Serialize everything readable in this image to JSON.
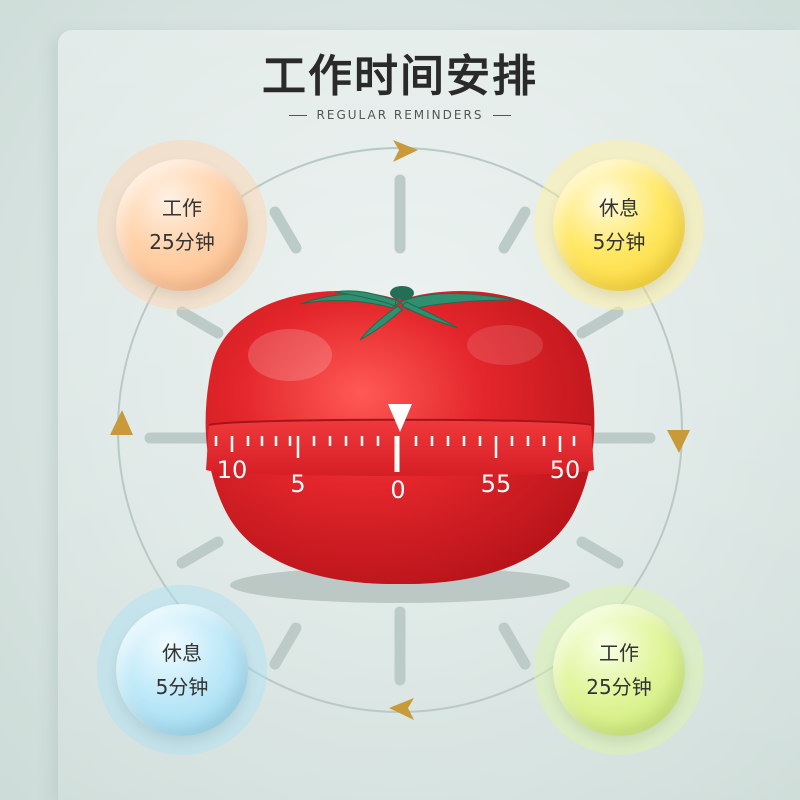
{
  "header": {
    "title": "工作时间安排",
    "subtitle": "REGULAR REMINDERS"
  },
  "schedule": [
    {
      "label": "工作",
      "duration": "25分钟"
    },
    {
      "label": "休息",
      "duration": "5分钟"
    },
    {
      "label": "休息",
      "duration": "5分钟"
    },
    {
      "label": "工作",
      "duration": "25分钟"
    }
  ],
  "timer": {
    "dial_numbers": [
      "10",
      "5",
      "0",
      "55",
      "50"
    ]
  },
  "colors": {
    "tomato": "#e0262a",
    "leaf": "#2f8f6f",
    "arrow": "#c99a3a",
    "ring": "#b9c9c5"
  }
}
